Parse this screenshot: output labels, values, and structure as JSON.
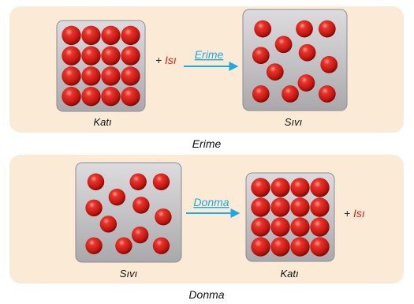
{
  "panels": [
    {
      "caption": "Erime",
      "arrow_label": "Erime",
      "left_label": "Katı",
      "right_label": "Sıvı",
      "heat_plus": "+",
      "heat_word": "Isı",
      "heat_side": "left",
      "left_state": "solid",
      "right_state": "liquid"
    },
    {
      "caption": "Donma",
      "arrow_label": "Donma",
      "left_label": "Sıvı",
      "right_label": "Katı",
      "heat_plus": "+",
      "heat_word": "Isı",
      "heat_side": "right",
      "left_state": "liquid",
      "right_state": "solid"
    }
  ],
  "colors": {
    "panel_background": "#fbebd6",
    "box_fill": "#b8b8ba",
    "particle": "#d31f1c",
    "arrow": "#1fa9e1",
    "heat_word": "#e0201b"
  },
  "particle_arrangement": {
    "solid": "4x4 ordered grid",
    "liquid": "12 scattered particles"
  }
}
